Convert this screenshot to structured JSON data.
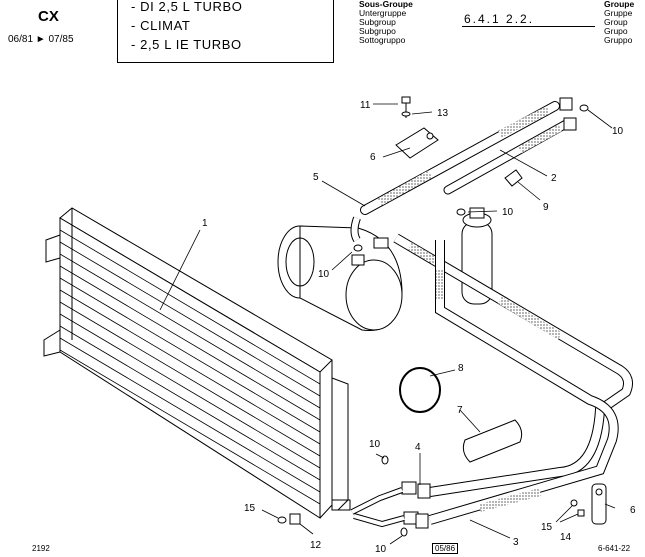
{
  "header": {
    "model": "CX",
    "years": "06/81 ► 07/85",
    "descriptions": [
      "- DI 2,5 L TURBO",
      "- CLIMAT",
      "- 2,5 L IE TURBO"
    ],
    "subgroup_labels": [
      "Sous-Groupe",
      "Untergruppe",
      "Subgroup",
      "Subgrupo",
      "Sottogruppo"
    ],
    "subgroup_code": "6.4.1  2.2.",
    "group_labels": [
      "Groupe",
      "Gruppe",
      "Group",
      "Grupo",
      "Gruppo"
    ]
  },
  "callouts": {
    "c1": "1",
    "c2": "2",
    "c3": "3",
    "c4": "4",
    "c5": "5",
    "c6a": "6",
    "c6b": "6",
    "c7": "7",
    "c8": "8",
    "c9": "9",
    "c10a": "10",
    "c10b": "10",
    "c10c": "10",
    "c10d": "10",
    "c10e": "10",
    "c11": "11",
    "c12": "12",
    "c13": "13",
    "c14": "14",
    "c15a": "15",
    "c15b": "15"
  },
  "footer": {
    "left": "2192",
    "middle": "05/86",
    "right": "6-641-22"
  }
}
